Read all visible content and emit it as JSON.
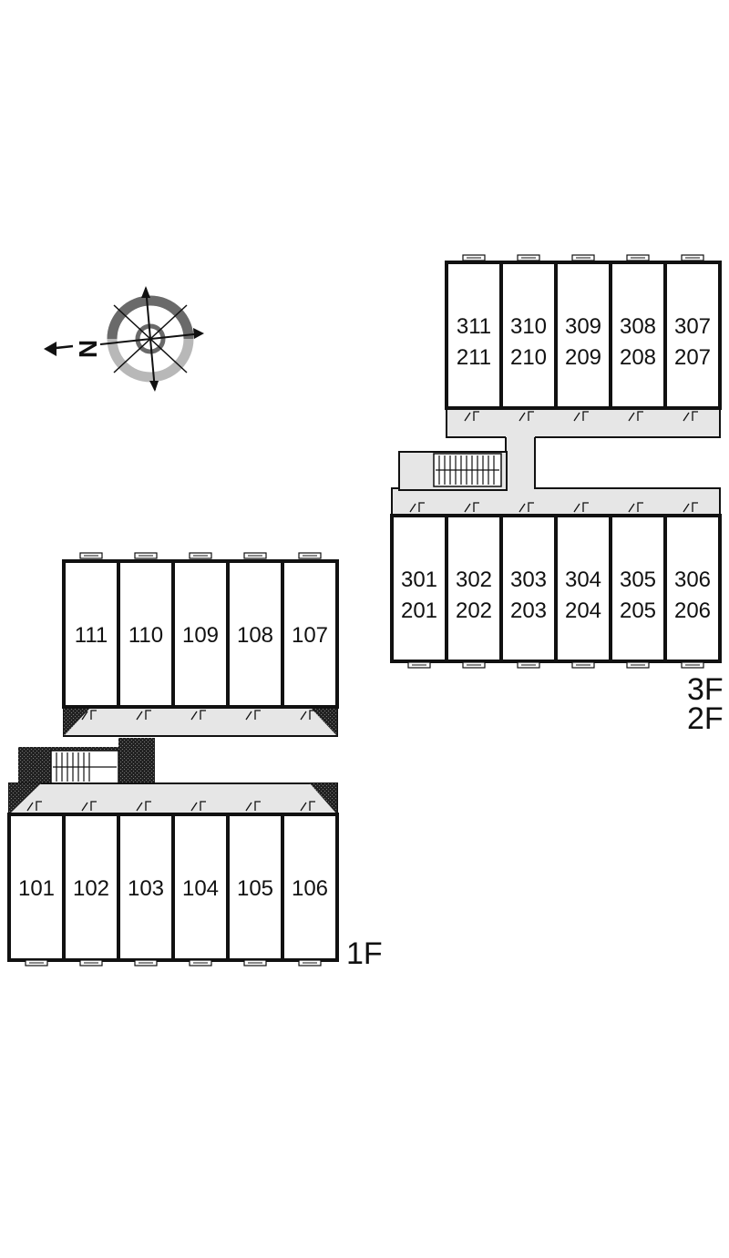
{
  "compass": {
    "north_label": "N"
  },
  "upper_building": {
    "floor_labels": [
      "3F",
      "2F"
    ],
    "top_row": [
      {
        "upper": "311",
        "lower": "211"
      },
      {
        "upper": "310",
        "lower": "210"
      },
      {
        "upper": "309",
        "lower": "209"
      },
      {
        "upper": "308",
        "lower": "208"
      },
      {
        "upper": "307",
        "lower": "207"
      }
    ],
    "bottom_row": [
      {
        "upper": "301",
        "lower": "201"
      },
      {
        "upper": "302",
        "lower": "202"
      },
      {
        "upper": "303",
        "lower": "203"
      },
      {
        "upper": "304",
        "lower": "204"
      },
      {
        "upper": "305",
        "lower": "205"
      },
      {
        "upper": "306",
        "lower": "206"
      }
    ]
  },
  "ground_building": {
    "floor_label": "1F",
    "top_row": [
      "111",
      "110",
      "109",
      "108",
      "107"
    ],
    "bottom_row": [
      "101",
      "102",
      "103",
      "104",
      "105",
      "106"
    ]
  },
  "colors": {
    "wall": "#111111",
    "corridor": "#e6e6e6",
    "compass_dark": "#6a6a6a",
    "compass_light": "#b8b8b8"
  }
}
